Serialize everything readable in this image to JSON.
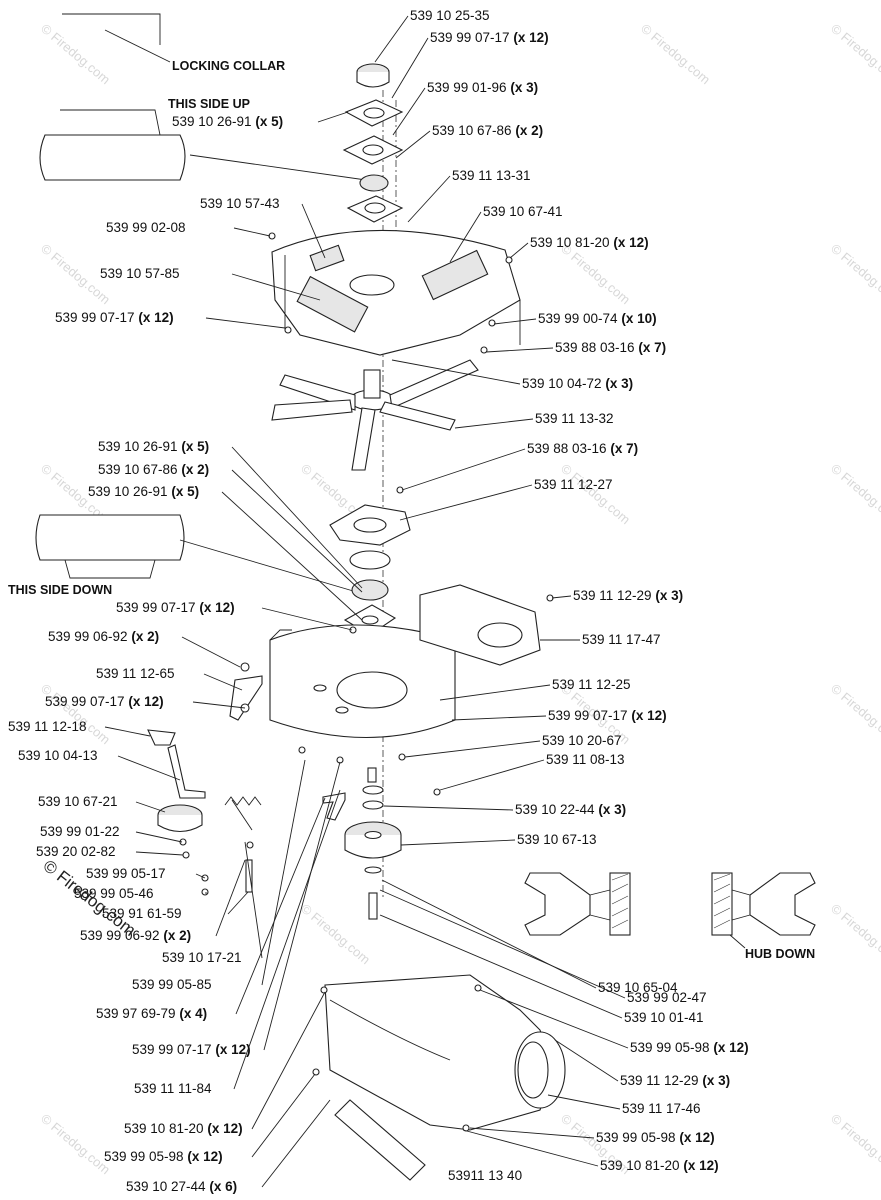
{
  "figure_code": "53911 13 40",
  "notes": {
    "locking_collar": "LOCKING COLLAR",
    "this_side_up": "THIS SIDE UP",
    "this_side_down": "THIS SIDE DOWN",
    "hub_down": "HUB DOWN"
  },
  "watermark": "© Firedog.com",
  "copyright": "© Firedog.com",
  "callouts": [
    {
      "part": "539 10 25-35",
      "qty": ""
    },
    {
      "part": "539 99 07-17",
      "qty": "(x 12)"
    },
    {
      "part": "539 99 01-96",
      "qty": "(x 3)"
    },
    {
      "part": "539 10 26-91",
      "qty": "(x 5)"
    },
    {
      "part": "539 10 67-86",
      "qty": "(x 2)"
    },
    {
      "part": "539 11 13-31",
      "qty": ""
    },
    {
      "part": "539 10 57-43",
      "qty": ""
    },
    {
      "part": "539 10 67-41",
      "qty": ""
    },
    {
      "part": "539 99 02-08",
      "qty": ""
    },
    {
      "part": "539 10 81-20",
      "qty": "(x 12)"
    },
    {
      "part": "539 10 57-85",
      "qty": ""
    },
    {
      "part": "539 99 07-17",
      "qty": "(x 12)"
    },
    {
      "part": "539 99 00-74",
      "qty": "(x 10)"
    },
    {
      "part": "539 88 03-16",
      "qty": "(x 7)"
    },
    {
      "part": "539 10 04-72",
      "qty": "(x 3)"
    },
    {
      "part": "539 11 13-32",
      "qty": ""
    },
    {
      "part": "539 10 26-91",
      "qty": "(x 5)"
    },
    {
      "part": "539 88 03-16",
      "qty": "(x 7)"
    },
    {
      "part": "539 10 67-86",
      "qty": "(x 2)"
    },
    {
      "part": "539 10 26-91",
      "qty": "(x 5)"
    },
    {
      "part": "539 11 12-27",
      "qty": ""
    },
    {
      "part": "539 99 07-17",
      "qty": "(x 12)"
    },
    {
      "part": "539 11 12-29",
      "qty": "(x 3)"
    },
    {
      "part": "539 99 06-92",
      "qty": "(x 2)"
    },
    {
      "part": "539 11 17-47",
      "qty": ""
    },
    {
      "part": "539 11 12-65",
      "qty": ""
    },
    {
      "part": "539 11 12-25",
      "qty": ""
    },
    {
      "part": "539 99 07-17",
      "qty": "(x 12)"
    },
    {
      "part": "539 99 07-17",
      "qty": "(x 12)"
    },
    {
      "part": "539 11 12-18",
      "qty": ""
    },
    {
      "part": "539 10 20-67",
      "qty": ""
    },
    {
      "part": "539 10 04-13",
      "qty": ""
    },
    {
      "part": "539 11 08-13",
      "qty": ""
    },
    {
      "part": "539 10 67-21",
      "qty": ""
    },
    {
      "part": "539 10 22-44",
      "qty": "(x 3)"
    },
    {
      "part": "539 10 67-13",
      "qty": ""
    },
    {
      "part": "539 99 01-22",
      "qty": ""
    },
    {
      "part": "539 20 02-82",
      "qty": ""
    },
    {
      "part": "539 99 05-17",
      "qty": ""
    },
    {
      "part": "539 99 05-46",
      "qty": ""
    },
    {
      "part": "539 91 61-59",
      "qty": ""
    },
    {
      "part": "539 99 06-92",
      "qty": "(x 2)"
    },
    {
      "part": "539 10 17-21",
      "qty": ""
    },
    {
      "part": "539 99 05-85",
      "qty": ""
    },
    {
      "part": "539 10 65-04",
      "qty": ""
    },
    {
      "part": "539 99 02-47",
      "qty": ""
    },
    {
      "part": "539 97 69-79",
      "qty": "(x 4)"
    },
    {
      "part": "539 10 01-41",
      "qty": ""
    },
    {
      "part": "539 99 07-17",
      "qty": "(x 12)"
    },
    {
      "part": "539 99 05-98",
      "qty": "(x 12)"
    },
    {
      "part": "539 11 11-84",
      "qty": ""
    },
    {
      "part": "539 11 12-29",
      "qty": "(x 3)"
    },
    {
      "part": "539 11 17-46",
      "qty": ""
    },
    {
      "part": "539 10 81-20",
      "qty": "(x 12)"
    },
    {
      "part": "539 99 05-98",
      "qty": "(x 12)"
    },
    {
      "part": "539 99 05-98",
      "qty": "(x 12)"
    },
    {
      "part": "539 10 81-20",
      "qty": "(x 12)"
    },
    {
      "part": "539 10 27-44",
      "qty": "(x 6)"
    }
  ]
}
